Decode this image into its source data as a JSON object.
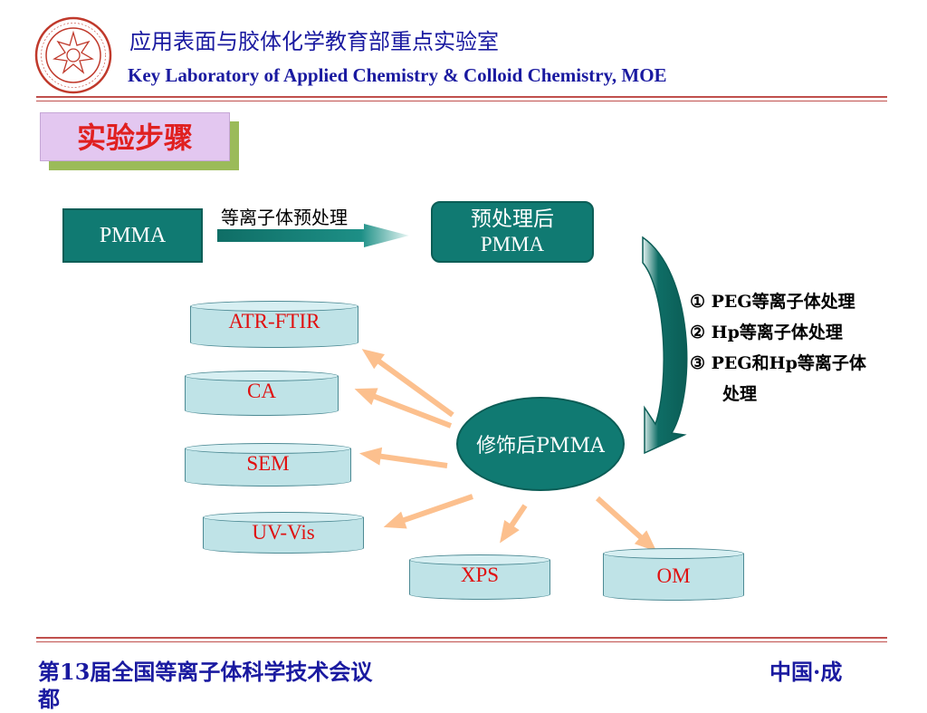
{
  "header": {
    "title_cn": "应用表面与胶体化学教育部重点实验室",
    "title_en": "Key Laboratory of Applied Chemistry & Colloid Chemistry, MOE",
    "logo_icon": "university-seal-icon"
  },
  "section_tag": "实验步骤",
  "flow": {
    "start": "PMMA",
    "arrow_label": "等离子体预处理",
    "pretreated_line1": "预处理后",
    "pretreated_line2": "PMMA",
    "modified": "修饰后PMMA"
  },
  "treatments": [
    "① PEG等离子体处理",
    "② Hp等离子体处理",
    "③ PEG和Hp等离子体",
    "处理"
  ],
  "characterization": [
    "ATR-FTIR",
    "CA",
    "SEM",
    "UV-Vis",
    "XPS",
    "OM"
  ],
  "footer": {
    "left_line1": "第13届全国等离子体科学技术会议",
    "left_line2": "都",
    "right": "中国·成"
  },
  "colors": {
    "teal": "#107a72",
    "navy_text": "#1a1aa0",
    "red_text": "#e01010",
    "arrow_peach": "#fcc08e",
    "cylinder_fill": "#bfe3e7",
    "tag_fill": "#e3c7f0",
    "tag_shadow": "#9bbb59",
    "rule": "#c0504d"
  }
}
